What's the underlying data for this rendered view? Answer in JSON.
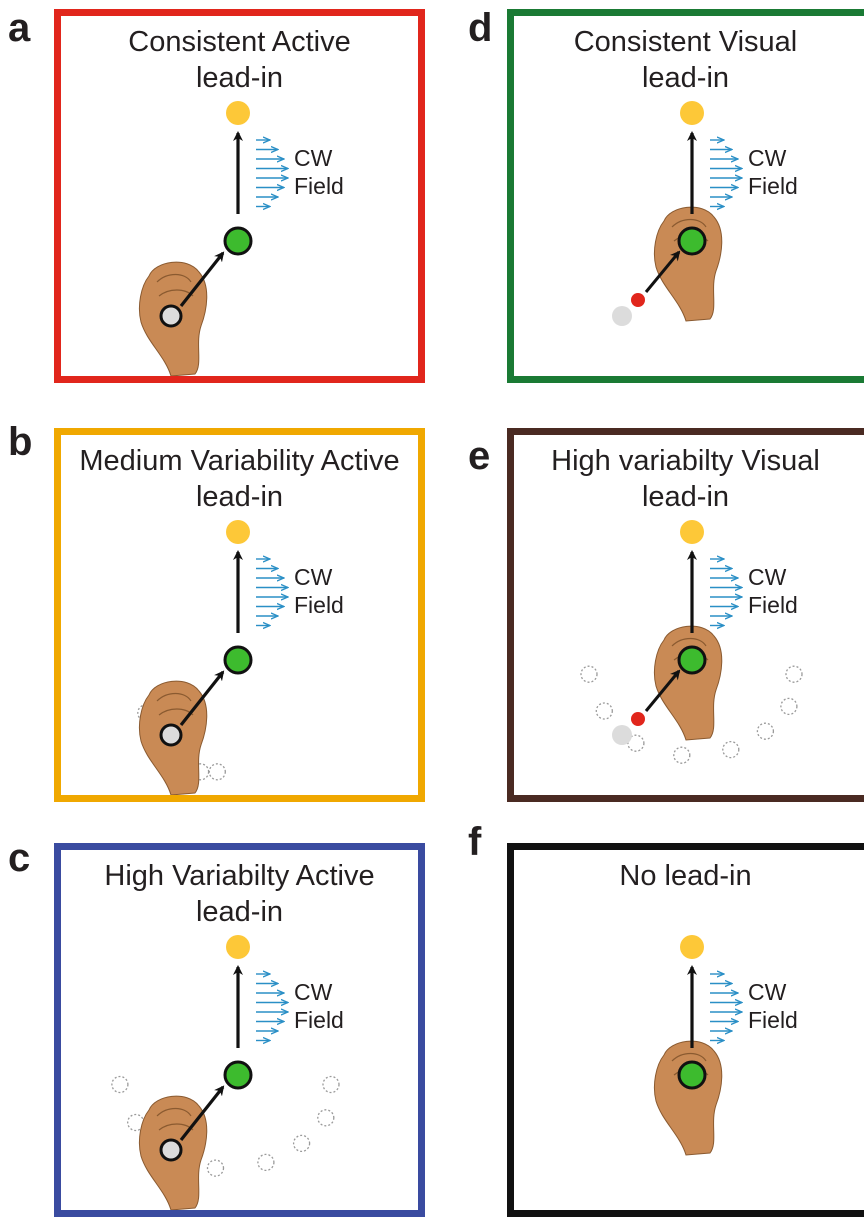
{
  "panels": [
    {
      "letter": "a",
      "title_line1": "Consistent Active",
      "title_line2": "lead-in",
      "border_color": "#e1261c",
      "lead_in": "active",
      "variability": "consistent",
      "field_line1": "CW",
      "field_line2": "Field"
    },
    {
      "letter": "b",
      "title_line1": "Medium Variability Active",
      "title_line2": "lead-in",
      "border_color": "#f0a800",
      "lead_in": "active",
      "variability": "medium",
      "field_line1": "CW",
      "field_line2": "Field"
    },
    {
      "letter": "c",
      "title_line1": "High Variabilty Active",
      "title_line2": "lead-in",
      "border_color": "#3a4ba0",
      "lead_in": "active",
      "variability": "high",
      "field_line1": "CW",
      "field_line2": "Field"
    },
    {
      "letter": "d",
      "title_line1": "Consistent Visual",
      "title_line2": "lead-in",
      "border_color": "#1a7a34",
      "lead_in": "visual",
      "variability": "consistent",
      "field_line1": "CW",
      "field_line2": "Field"
    },
    {
      "letter": "e",
      "title_line1": "High variabilty Visual",
      "title_line2": "lead-in",
      "border_color": "#4a2a22",
      "lead_in": "visual",
      "variability": "high",
      "field_line1": "CW",
      "field_line2": "Field"
    },
    {
      "letter": "f",
      "title_line1": "No lead-in",
      "title_line2": "",
      "border_color": "#111111",
      "lead_in": "none",
      "variability": "none",
      "field_line1": "CW",
      "field_line2": "Field"
    }
  ],
  "colors": {
    "target": "#fdc838",
    "via_point": "#3dbb2e",
    "start": "#dcdcdc",
    "visual_cursor": "#e1261c",
    "field_arrows": "#2a8fc6",
    "dotted_starts": "#9a9a9a",
    "hand": "#c98a55"
  }
}
